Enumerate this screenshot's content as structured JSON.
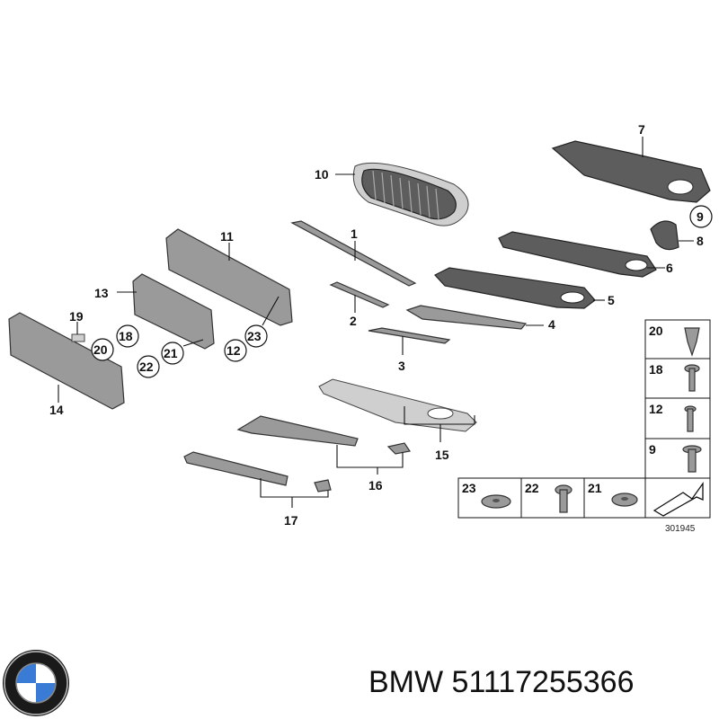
{
  "callouts": {
    "c1": "1",
    "c2": "2",
    "c3": "3",
    "c4": "4",
    "c5": "5",
    "c6": "6",
    "c7": "7",
    "c8": "8",
    "c9": "9",
    "c10": "10",
    "c11": "11",
    "c12": "12",
    "c13": "13",
    "c14": "14",
    "c15": "15",
    "c16": "16",
    "c17": "17",
    "c18": "18",
    "c19": "19",
    "c20": "20",
    "c21": "21",
    "c22": "22",
    "c23": "23"
  },
  "hardware_panel": {
    "side": [
      "20",
      "18",
      "12",
      "9"
    ],
    "bottom": [
      "23",
      "22",
      "21"
    ]
  },
  "diagram_number": "301945",
  "caption": "BMW 51117255366",
  "colors": {
    "part_gray": "#9a9a9a",
    "dark_gray": "#5d5d5d",
    "line": "#111111"
  }
}
